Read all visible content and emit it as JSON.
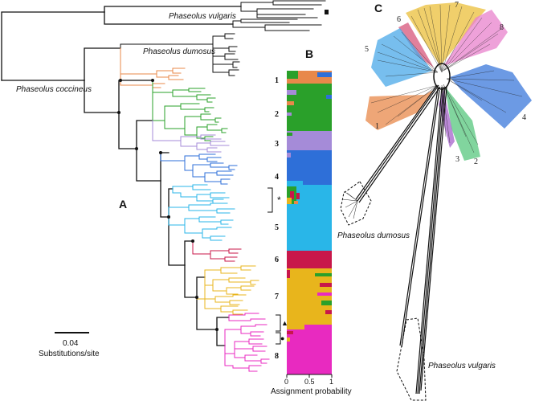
{
  "panels": {
    "a": "A",
    "b": "B",
    "c": "C"
  },
  "species": {
    "vulgaris": "Phaseolus vulgaris",
    "dumosus": "Phaseolus dumosus",
    "coccineus": "Phaseolus coccineus"
  },
  "scale_bar": {
    "value": "0.04",
    "unit": "Substitutions/site"
  },
  "cluster_labels": [
    "1",
    "2",
    "3",
    "4",
    "5",
    "6",
    "7",
    "8"
  ],
  "markers": {
    "asterisk": "*",
    "triangle": "▲",
    "circle": "●"
  },
  "structure_axis": {
    "ticks": [
      "0",
      "0.5",
      "1"
    ],
    "label": "Assignment probability"
  },
  "network_labels": {
    "vulgaris": "Phaseolus vulgaris",
    "dumosus": "Phaseolus dumosus"
  },
  "colors": {
    "c1": "#e8884a",
    "c2": "#2aa02a",
    "c3": "#a58bd8",
    "c4": "#2e6fd8",
    "c5": "#29b6e8",
    "c6": "#c8174a",
    "c7": "#e8b51c",
    "c8": "#e82ac0"
  }
}
